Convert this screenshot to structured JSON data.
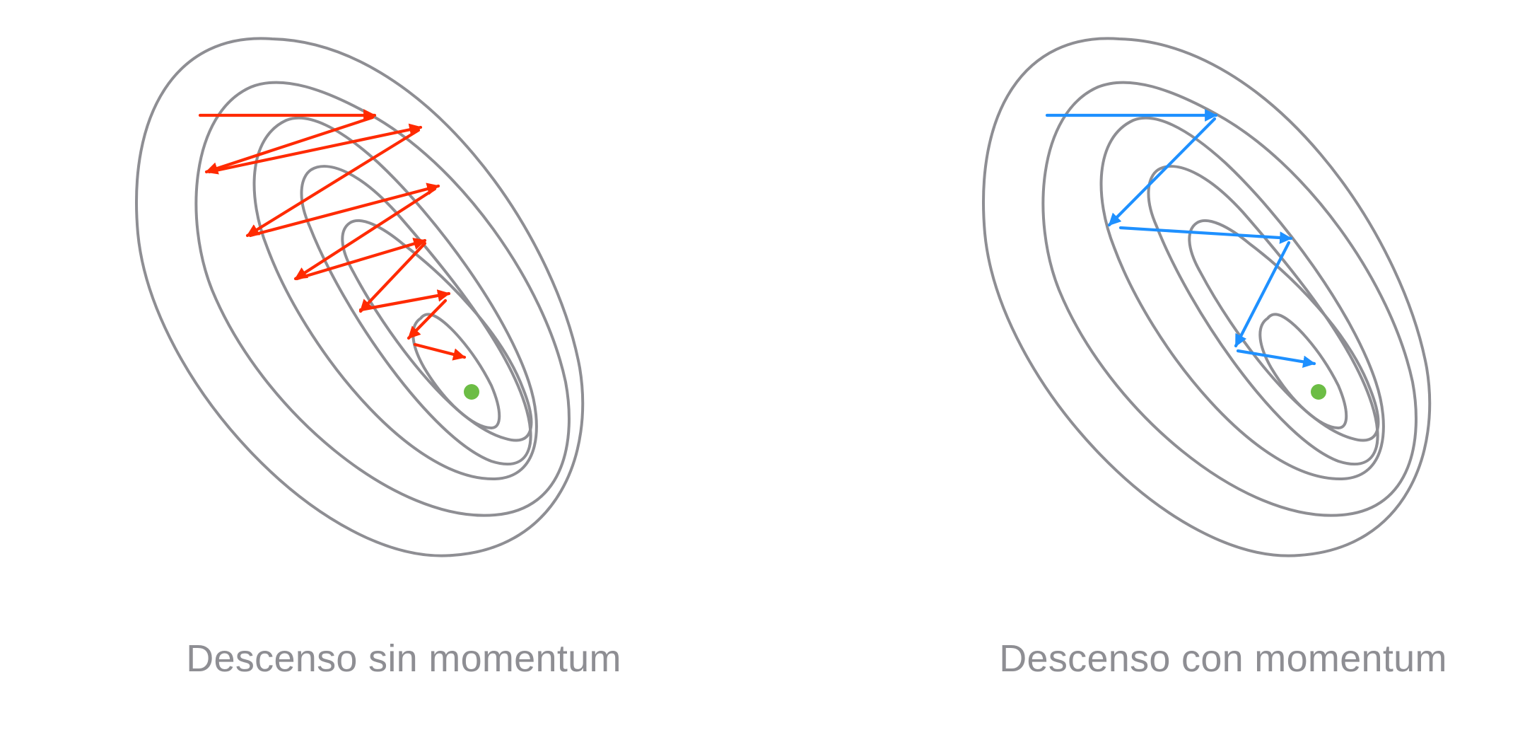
{
  "panels": [
    {
      "caption": "Descenso sin momentum",
      "arrow_color": "#ff2a00",
      "contour_color": "#8e8e93",
      "minimum_color": "#6cbd45",
      "steps": 11
    },
    {
      "caption": "Descenso con momentum",
      "arrow_color": "#1e90ff",
      "contour_color": "#8e8e93",
      "minimum_color": "#6cbd45",
      "steps": 5
    }
  ]
}
